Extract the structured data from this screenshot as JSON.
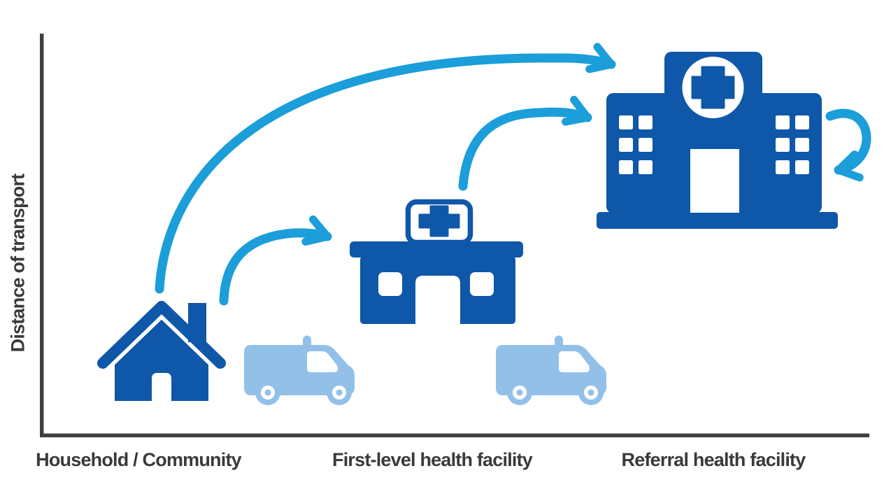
{
  "figure": {
    "type": "conceptual-diagram",
    "y_axis_label": "Distance of transport",
    "x_labels": [
      "Household / Community",
      "First-level health facility",
      "Referral health facility"
    ]
  },
  "nodes": [
    {
      "id": "household",
      "label": "Household / Community",
      "icon": "house-icon"
    },
    {
      "id": "first-level",
      "label": "First-level health facility",
      "icon": "clinic-icon"
    },
    {
      "id": "referral",
      "label": "Referral health facility",
      "icon": "hospital-icon"
    },
    {
      "id": "ambulance-1",
      "label": "",
      "icon": "ambulance-icon"
    },
    {
      "id": "ambulance-2",
      "label": "",
      "icon": "ambulance-icon"
    }
  ],
  "edges": [
    {
      "from": "household",
      "to": "first-level",
      "style": "curved-arrow"
    },
    {
      "from": "first-level",
      "to": "referral",
      "style": "curved-arrow"
    },
    {
      "from": "household",
      "to": "referral",
      "style": "curved-arrow"
    },
    {
      "from": "referral",
      "to": "referral",
      "style": "circular-arrow"
    }
  ],
  "colors": {
    "dark_blue": "#0f57a9",
    "arrow_blue": "#1b9ed9",
    "van_blue": "#92c0e9",
    "axis_gray": "#404040",
    "text_gray": "#3a3a3a",
    "background": "#ffffff"
  }
}
